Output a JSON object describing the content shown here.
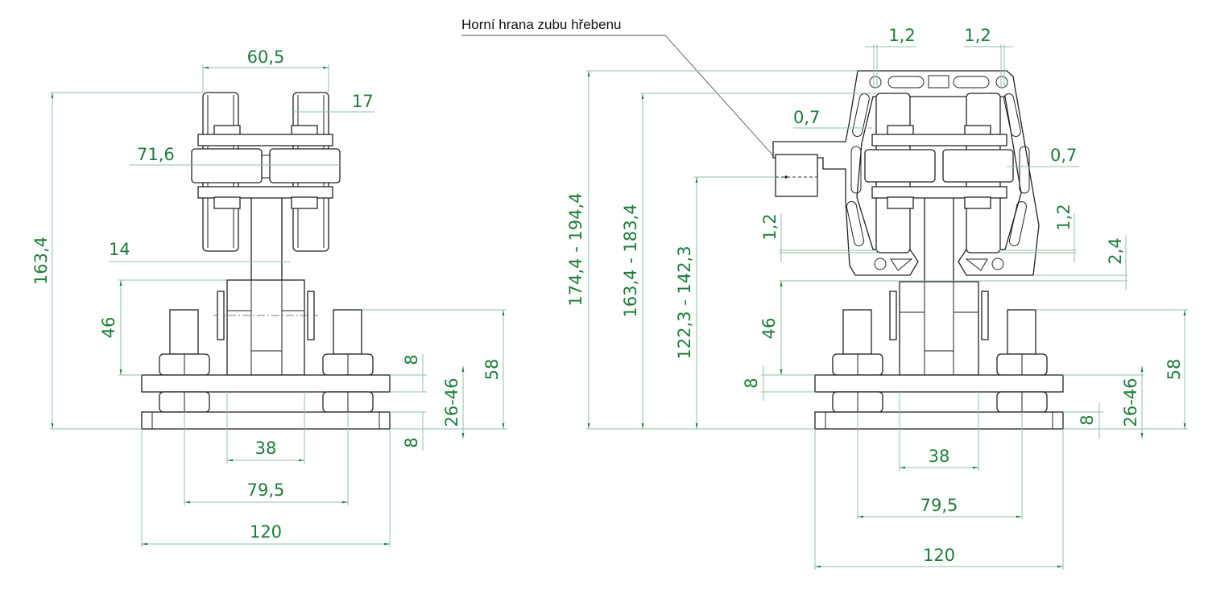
{
  "title": "Technical drawing – rail carriage / gear rack mount (two views)",
  "colors": {
    "dimension": "#1e7d3a",
    "extension_line": "#8fc0a4",
    "part_line": "#222222"
  },
  "annotation": {
    "text": "Horní hrana zubu hřebenu"
  },
  "left_view": {
    "dimensions": {
      "top_width": "60,5",
      "roller_width": "17",
      "roller_span": "71,6",
      "shaft_width": "14",
      "total_height": "163,4",
      "upright_height": "46",
      "plate_upper": "8",
      "plate_lower": "8",
      "adjust_range": "26-46",
      "stud_height": "58",
      "inner_spacing": "38",
      "bolt_spacing": "79,5",
      "base_width": "120"
    }
  },
  "right_view": {
    "dimensions": {
      "gap_left": "1,2",
      "gap_right": "1,2",
      "gap_side_left": "0,7",
      "gap_side_right": "0,7",
      "height_range_outer": "174,4 - 194,4",
      "height_range_mid": "163,4 - 183,4",
      "height_range_rack": "122,3 - 142,3",
      "gap_bottom_left": "1,2",
      "gap_bottom_right": "1,2",
      "gap_frame": "2,4",
      "upright_height": "46",
      "plate_upper": "8",
      "plate_lower": "8",
      "adjust_range": "26-46",
      "stud_height": "58",
      "inner_spacing": "38",
      "bolt_spacing": "79,5",
      "base_width": "120"
    }
  }
}
